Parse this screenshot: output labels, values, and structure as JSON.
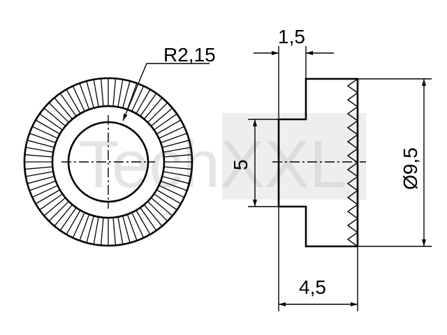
{
  "drawing": {
    "watermark": "TechXXL",
    "dimensions": {
      "radius": "R2,15",
      "flange_width": "1,5",
      "bore_height": "5",
      "diameter": "Ø9,5",
      "total_width": "4,5"
    },
    "knurl_teeth": 72,
    "colors": {
      "line": "#000000",
      "watermark": "#cfcfcf"
    }
  }
}
